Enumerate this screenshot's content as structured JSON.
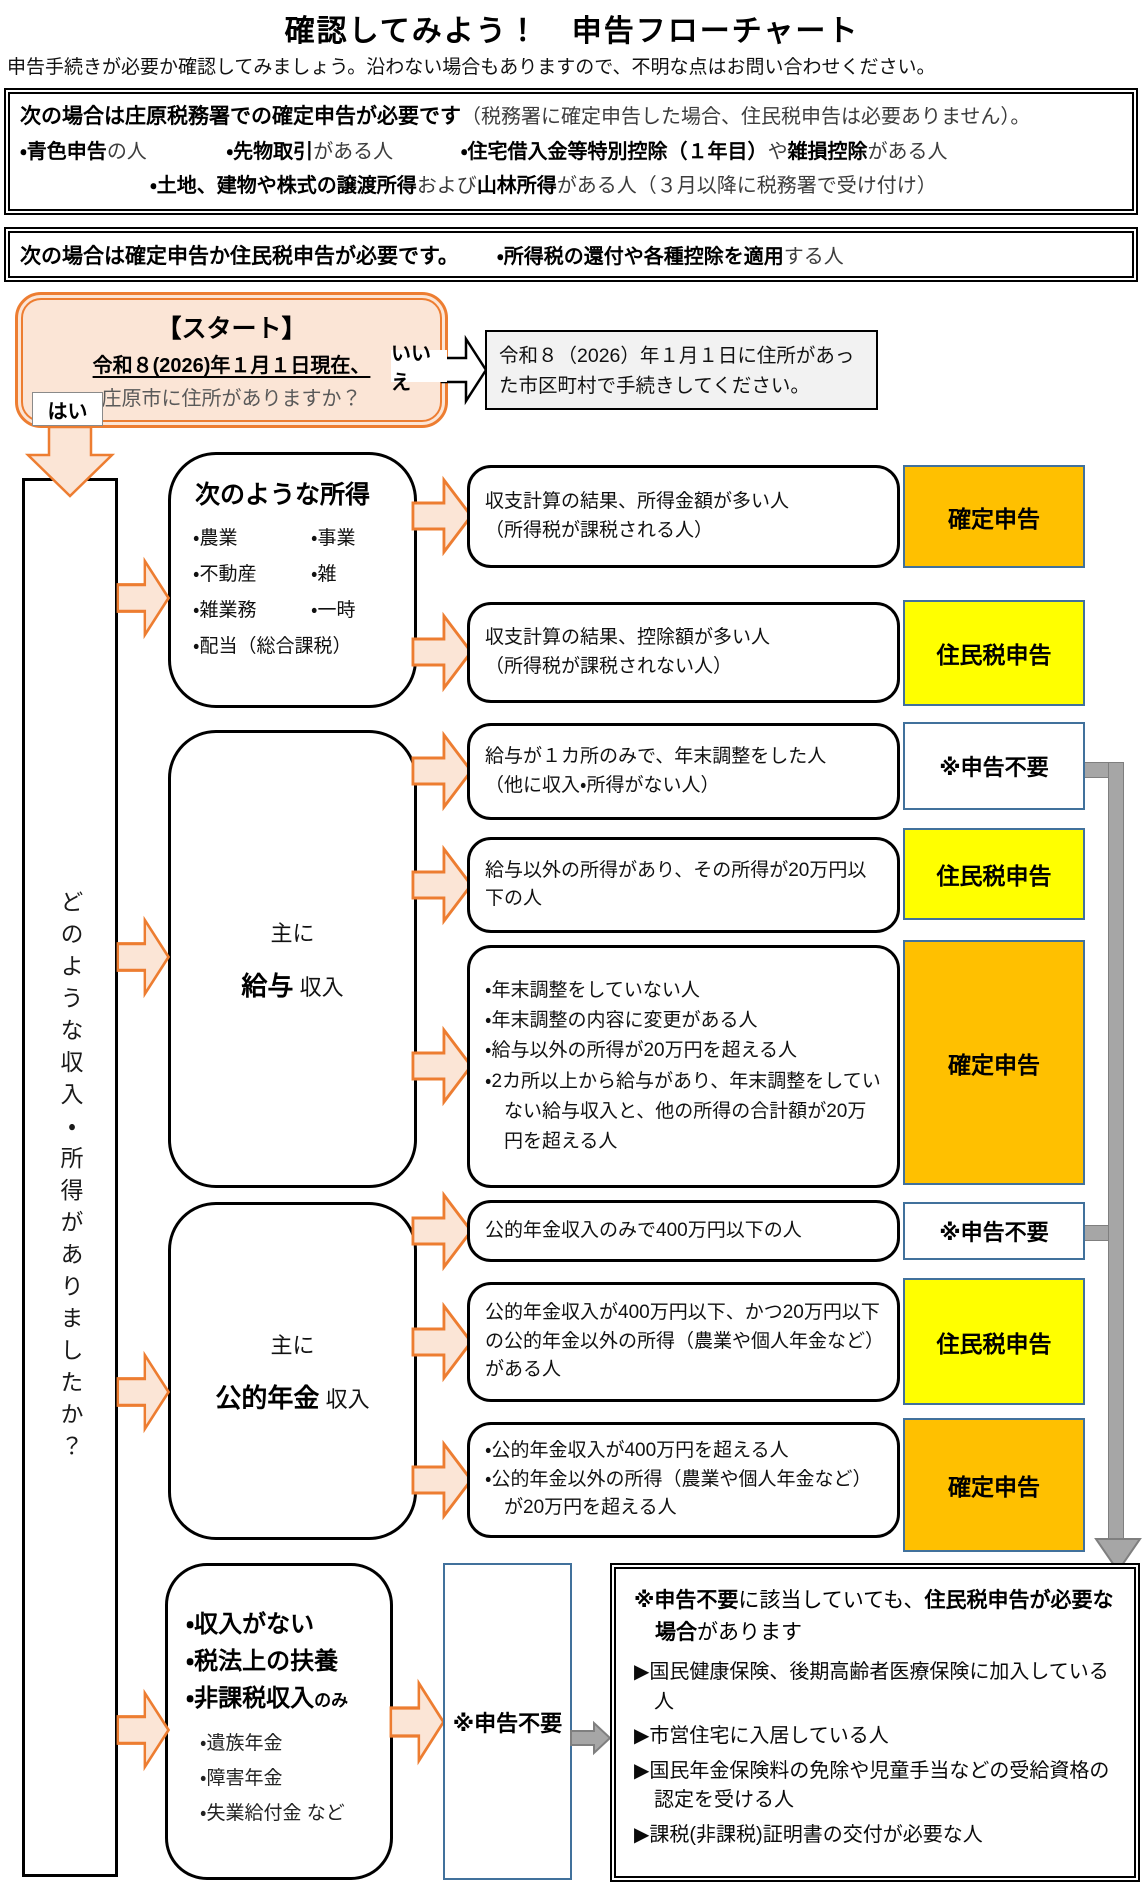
{
  "page": {
    "title": "確認してみよう！　申告フローチャート",
    "subtitle": "申告手続きが必要か確認してみましょう。沿わない場合もありますので、不明な点はお問い合わせください。"
  },
  "notice_tax_office": {
    "headline_bold": "次の場合は庄原税務署での確定申告が必要です",
    "headline_normal": "（税務署に確定申告した場合、住民税申告は必要ありません）。",
    "item1_bold": "・青色申告",
    "item1_normal": "の人",
    "item2_bold": "・先物取引",
    "item2_normal": "がある人",
    "item3_bold1": "・住宅借入金等特別控除（１年目）",
    "item3_normal1": "や",
    "item3_bold2": "雑損控除",
    "item3_normal2": "がある人",
    "item4_bold1": "・土地、建物や株式の譲渡所得",
    "item4_normal1": "および",
    "item4_bold2": "山林所得",
    "item4_normal2": "がある人（３月以降に税務署で受け付け）"
  },
  "notice_either": {
    "headline_bold": "次の場合は確定申告か住民税申告が必要です。",
    "item_bold": "・所得税の還付や各種控除を適用",
    "item_normal": "する人"
  },
  "start": {
    "title": "【スタート】",
    "question_line1": "令和８(2026)年１月１日現在、",
    "question_line2": "庄原市に住所がありますか？",
    "yes_label": "はい",
    "no_label": "いいえ",
    "no_result": "令和８（2026）年１月１日に住所があった市区町村で手続きしてください。"
  },
  "question_vertical": "どのような収入・所得がありましたか？",
  "sections": {
    "income": {
      "title": "次のような所得",
      "items": [
        "・農業",
        "・事業",
        "・不動産",
        "・雑",
        "・雑業務",
        "・一時",
        "・配当（総合課税）"
      ],
      "outcomes": [
        {
          "line1": "収支計算の結果、所得金額が多い人",
          "line2": "（所得税が課税される人）",
          "result": "確定申告"
        },
        {
          "line1": "収支計算の結果、控除額が多い人",
          "line2": "（所得税が課税されない人）",
          "result": "住民税申告"
        }
      ]
    },
    "salary": {
      "pre": "主に",
      "main": "給与",
      "suffix": "収入",
      "outcomes": [
        {
          "line1": "給与が１カ所のみで、年末調整をした人",
          "line2": "（他に収入・所得がない人）",
          "result": "※申告不要"
        },
        {
          "line1": "給与以外の所得があり、その所得が20万円以下の人",
          "result": "住民税申告"
        },
        {
          "bullets": [
            "・年末調整をしていない人",
            "・年末調整の内容に変更がある人",
            "・給与以外の所得が20万円を超える人",
            "・2カ所以上から給与があり、年末調整をしていない給与収入と、他の所得の合計額が20万円を超える人"
          ],
          "result": "確定申告"
        }
      ]
    },
    "pension": {
      "pre": "主に",
      "main": "公的年金",
      "suffix": "収入",
      "outcomes": [
        {
          "line1": "公的年金収入のみで400万円以下の人",
          "result": "※申告不要"
        },
        {
          "line1": "公的年金収入が400万円以下、かつ20万円以下の公的年金以外の所得（農業や個人年金など）がある人",
          "result": "住民税申告"
        },
        {
          "bullets": [
            "・公的年金収入が400万円を超える人",
            "・公的年金以外の所得（農業や個人年金など）が20万円を超える人"
          ],
          "result": "確定申告"
        }
      ]
    },
    "no_income": {
      "bold_item1": "・収入がない",
      "bold_item2": "・税法上の扶養",
      "bold_item3_main": "・非課税収入",
      "bold_item3_small": "のみ",
      "sub_items": [
        "・遺族年金",
        "・障害年金",
        "・失業給付金 など"
      ],
      "result": "※申告不要"
    }
  },
  "note": {
    "head_bold1": "※申告不要",
    "head_normal1": "に該当していても、",
    "head_bold2": "住民税申告が必要な場合",
    "head_normal2": "があります",
    "items": [
      "▶国民健康保険、後期高齢者医療保険に加入している人",
      "▶市営住宅に入居している人",
      "▶国民年金保険料の免除や児童手当などの受給資格の認定を受ける人",
      "▶課税(非課税)証明書の交付が必要な人"
    ]
  },
  "colors": {
    "accent_orange": "#ED7D31",
    "peach_fill": "#FBE5D6",
    "final_return_fill": "#FFC000",
    "resident_tax_fill": "#FFFF00",
    "label_border": "#41719C",
    "gray_arrow": "#A6A6A6"
  }
}
